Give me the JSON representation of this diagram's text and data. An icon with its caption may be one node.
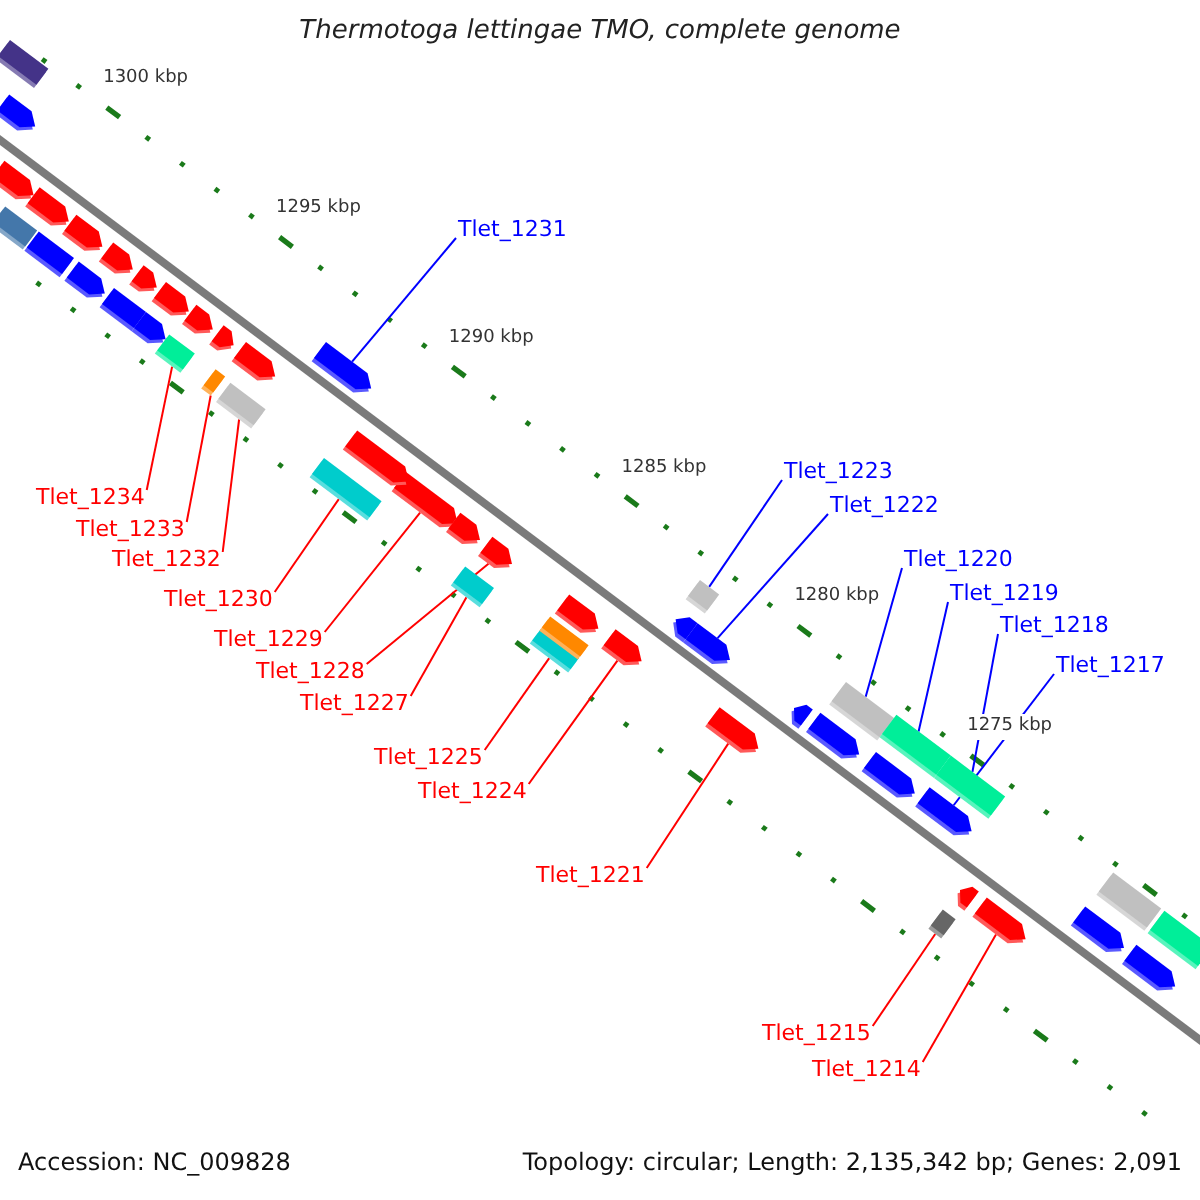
{
  "diagram": {
    "title": "Thermotoga lettingae TMO, complete genome",
    "nodes": [
      {
        "text": [
          "Tlet_1231"
        ]
      },
      {
        "text": [
          "Tlet_1223"
        ]
      },
      {
        "text": [
          "Tlet_1234"
        ]
      },
      {
        "text": [
          "Tlet_1222"
        ]
      },
      {
        "text": [
          "Tlet_1233"
        ]
      },
      {
        "text": [
          "Tlet_1220"
        ]
      },
      {
        "text": [
          "Tlet_1232"
        ]
      },
      {
        "text": [
          "Tlet_1219"
        ]
      },
      {
        "text": [
          "Tlet_1230"
        ]
      },
      {
        "text": [
          "Tlet_1218"
        ]
      },
      {
        "text": [
          "Tlet_1229"
        ]
      },
      {
        "text": [
          "Tlet_1217"
        ]
      },
      {
        "text": [
          "Tlet_1228"
        ]
      },
      {
        "text": [
          "Tlet_1227"
        ]
      },
      {
        "text": [
          "Tlet_1225"
        ]
      },
      {
        "text": [
          "Tlet_1224"
        ]
      },
      {
        "text": [
          "Tlet_1221"
        ]
      },
      {
        "text": [
          "Tlet_1215"
        ]
      },
      {
        "text": [
          "Tlet_1214"
        ]
      },
      {
        "text": [],
        "shape": "arrow"
      },
      {
        "text": [],
        "shape": "box"
      },
      {
        "text": [],
        "shape": "box"
      },
      {
        "text": [],
        "shape": "arrow"
      },
      {
        "text": [],
        "shape": "box"
      },
      {
        "text": [],
        "shape": "box"
      },
      {
        "text": [],
        "shape": "box"
      },
      {
        "text": [],
        "shape": "box"
      },
      {
        "text": [],
        "shape": "box"
      },
      {
        "text": [],
        "shape": "box"
      },
      {
        "text": [],
        "shape": "arrow"
      },
      {
        "text": [],
        "shape": "arrow"
      },
      {
        "text": [],
        "shape": "arrow"
      },
      {
        "text": [],
        "shape": "box"
      },
      {
        "text": [],
        "shape": "box"
      },
      {
        "text": [],
        "shape": "arrow"
      },
      {
        "text": [],
        "shape": "arrow"
      },
      {
        "text": [],
        "shape": "box"
      },
      {
        "text": [],
        "shape": "arrow"
      },
      {
        "text": [],
        "shape": "box"
      },
      {
        "text": [],
        "shape": "arrow"
      },
      {
        "text": [],
        "shape": "arrow"
      },
      {
        "text": [],
        "shape": "arrow"
      },
      {
        "text": [],
        "shape": "arrow"
      },
      {
        "text": [],
        "shape": "arrow"
      },
      {
        "text": [],
        "shape": "arrow"
      },
      {
        "text": [],
        "shape": "arrow"
      },
      {
        "text": [],
        "shape": "arrow"
      },
      {
        "text": [],
        "shape": "arrow"
      },
      {
        "text": [],
        "shape": "arrow"
      },
      {
        "text": [],
        "shape": "box"
      },
      {
        "text": [],
        "shape": "box"
      },
      {
        "text": [],
        "shape": "arrow"
      },
      {
        "text": [],
        "shape": "box"
      },
      {
        "text": [],
        "shape": "arrow"
      },
      {
        "text": [],
        "shape": "arrow"
      },
      {
        "text": [],
        "shape": "arrow"
      },
      {
        "text": [],
        "shape": "arrow"
      },
      {
        "text": [],
        "shape": "box"
      },
      {
        "text": [],
        "shape": "arrow"
      },
      {
        "text": [],
        "shape": "arrow"
      },
      {
        "text": [],
        "shape": "arrow"
      },
      {
        "text": [],
        "shape": "arrow"
      },
      {
        "text": [],
        "shape": "arrow"
      },
      {
        "text": [],
        "shape": "box"
      },
      {
        "text": [],
        "shape": "box"
      },
      {
        "text": [],
        "shape": "arrow"
      },
      {
        "text": [],
        "shape": "arrow"
      }
    ],
    "edges": [
      {
        "from": 0,
        "to": 19,
        "arrow": "none",
        "color": "#0000ff"
      },
      {
        "from": 1,
        "to": 20,
        "arrow": "none",
        "color": "#0000ff"
      },
      {
        "from": 2,
        "to": 21,
        "arrow": "none"
      },
      {
        "from": 3,
        "to": 22,
        "arrow": "none",
        "color": "#0000ff"
      },
      {
        "from": 4,
        "to": 23,
        "arrow": "none"
      },
      {
        "from": 5,
        "to": 24,
        "arrow": "none",
        "color": "#0000ff"
      },
      {
        "from": 6,
        "to": 25,
        "arrow": "none"
      },
      {
        "from": 7,
        "to": 26,
        "arrow": "none",
        "color": "#0000ff"
      },
      {
        "from": 8,
        "to": 27,
        "arrow": "none"
      },
      {
        "from": 9,
        "to": 28,
        "arrow": "none",
        "color": "#0000ff"
      },
      {
        "from": 10,
        "to": 29,
        "arrow": "none"
      },
      {
        "from": 11,
        "to": 30,
        "arrow": "none",
        "color": "#0000ff"
      },
      {
        "from": 12,
        "to": 31,
        "arrow": "none"
      },
      {
        "from": 13,
        "to": 32,
        "arrow": "none"
      },
      {
        "from": 14,
        "to": 33,
        "arrow": "none"
      },
      {
        "from": 15,
        "to": 34,
        "arrow": "none"
      },
      {
        "from": 16,
        "to": 35,
        "arrow": "none"
      },
      {
        "from": 17,
        "to": 36,
        "arrow": "none"
      },
      {
        "from": 18,
        "to": 37,
        "arrow": "none"
      }
    ],
    "labels": [
      "1300 kbp",
      "1295 kbp",
      "1290 kbp",
      "1285 kbp",
      "1280 kbp",
      "1275 kbp",
      "Accession: NC_009828",
      "Topology: circular; Length: 2,135,342 bp; Genes: 2,091"
    ]
  }
}
